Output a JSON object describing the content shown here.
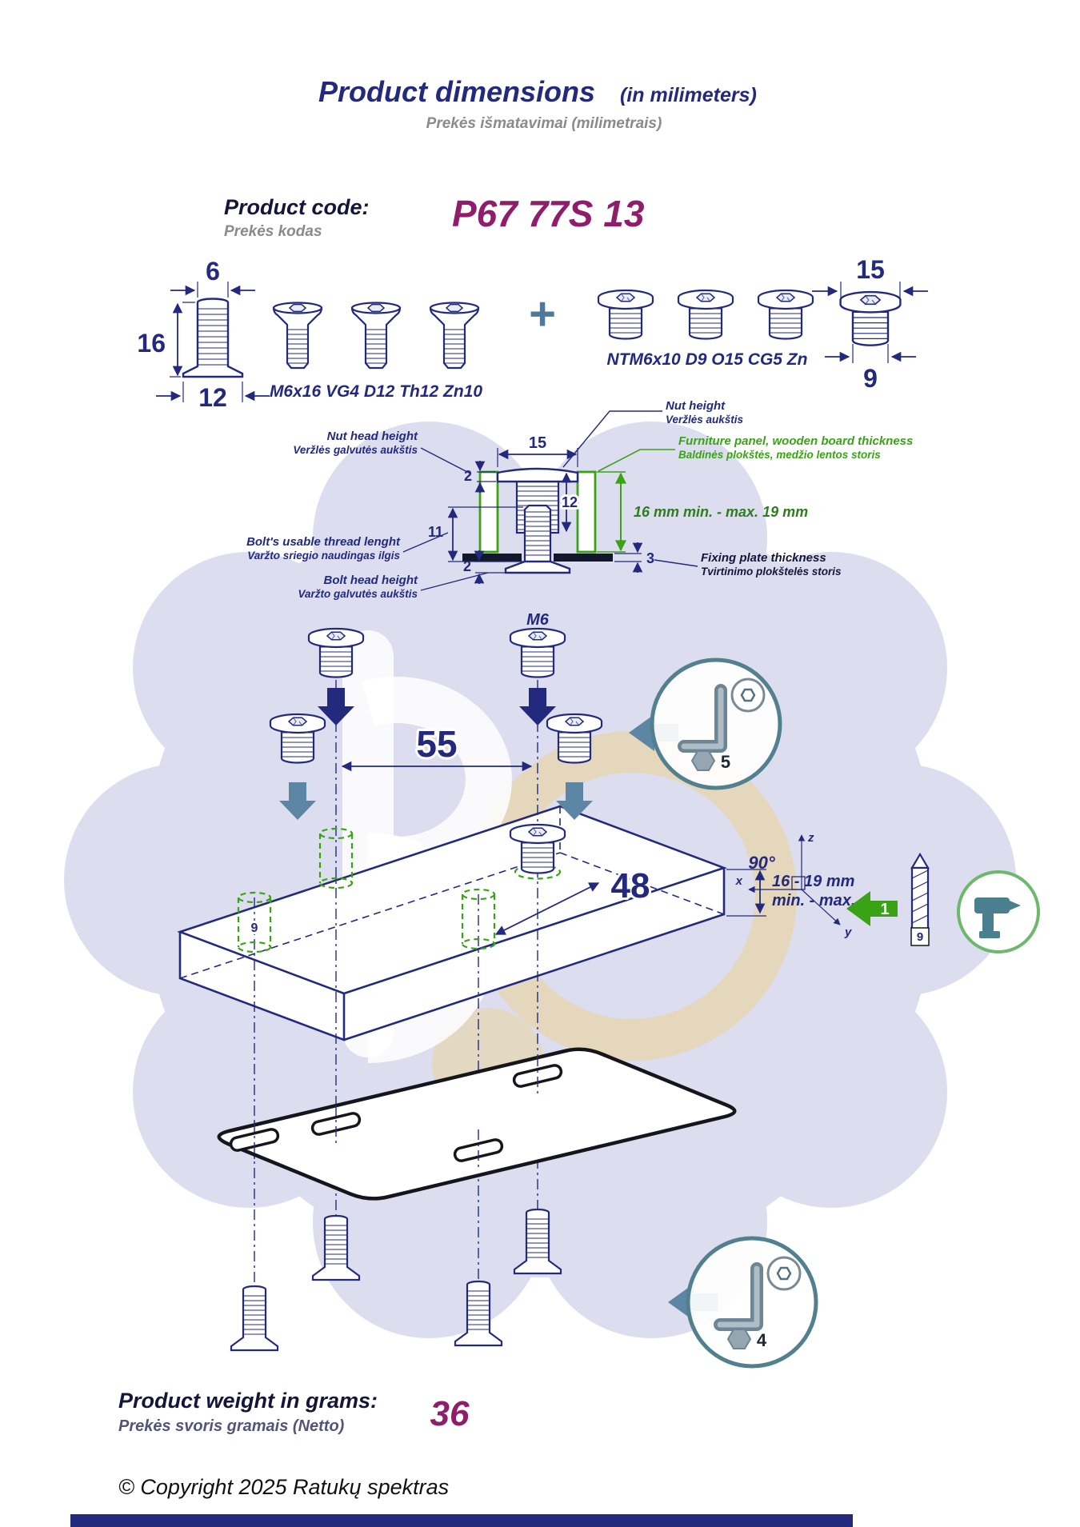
{
  "page": {
    "title": "Product dimensions",
    "title_suffix": "(in milimeters)",
    "subtitle": "Prekės išmatavimai (milimetrais)",
    "copyright": "© Copyright 2025 Ratukų spektras"
  },
  "product_code": {
    "label_en": "Product code:",
    "label_lt": "Prekės kodas",
    "value": "P67 77S 13"
  },
  "bolt": {
    "name": "M6x16 VG4 D12 Th12 Zn10",
    "shank_diameter": "6",
    "length": "16",
    "head_diameter": "12"
  },
  "plus_sign": "+",
  "nut": {
    "name": "NTM6x10 D9 O15 CG5 Zn",
    "head_diameter": "15",
    "body_diameter": "9"
  },
  "cross_section": {
    "head_width": "15",
    "nut_head_height_value": "2",
    "nut_height_value": "12",
    "thread_length_value": "11",
    "bolt_head_height_value": "2",
    "plate_thickness_value": "3",
    "panel_range": "16 mm min. - max. 19 mm",
    "labels": {
      "nut_height_en": "Nut height",
      "nut_height_lt": "Veržlės aukštis",
      "nut_head_height_en": "Nut head height",
      "nut_head_height_lt": "Veržlės galvutės aukštis",
      "panel_en": "Furniture panel, wooden board thickness",
      "panel_lt": "Baldinės plokštės, medžio lentos storis",
      "thread_en": "Bolt's usable thread lenght",
      "thread_lt": "Varžto sriegio naudingas ilgis",
      "bolt_head_en": "Bolt head height",
      "bolt_head_lt": "Varžto galvutės aukštis",
      "plate_en": "Fixing plate thickness",
      "plate_lt": "Tvirtinimo plokštelės storis"
    }
  },
  "assembly": {
    "thread_label": "M6",
    "hole_spacing": "55",
    "hole_spacing_diagonal": "48",
    "hole_diameter": "9",
    "panel_thickness": "16 - 19 mm",
    "panel_thickness_note": "min. - max.",
    "angle": "90°",
    "axis_x": "x",
    "axis_y": "y",
    "axis_z": "z",
    "step_number": "1",
    "drill_diameter": "9",
    "allen_key_size_top": "5",
    "allen_key_size_bottom": "4"
  },
  "footer": {
    "weight_label_en": "Product weight in grams:",
    "weight_label_lt": "Prekės svoris gramais (Netto)",
    "weight_value": "36"
  },
  "icons": {
    "allen_key": "allen-key-icon",
    "drill": "power-drill-icon",
    "drill_bit": "drill-bit-icon",
    "insert_arrow": "down-arrow-icon",
    "tool_arrow": "left-arrow-icon"
  },
  "colors": {
    "navy": "#232a7e",
    "green": "#3aa315",
    "dark_green": "#2e7d1e",
    "purple": "#8e1d6b",
    "steel": "#5c86a4",
    "teal": "#52808f",
    "gold": "#f2cd66",
    "lavender": "#dcddef",
    "plate_black": "#15151c"
  }
}
